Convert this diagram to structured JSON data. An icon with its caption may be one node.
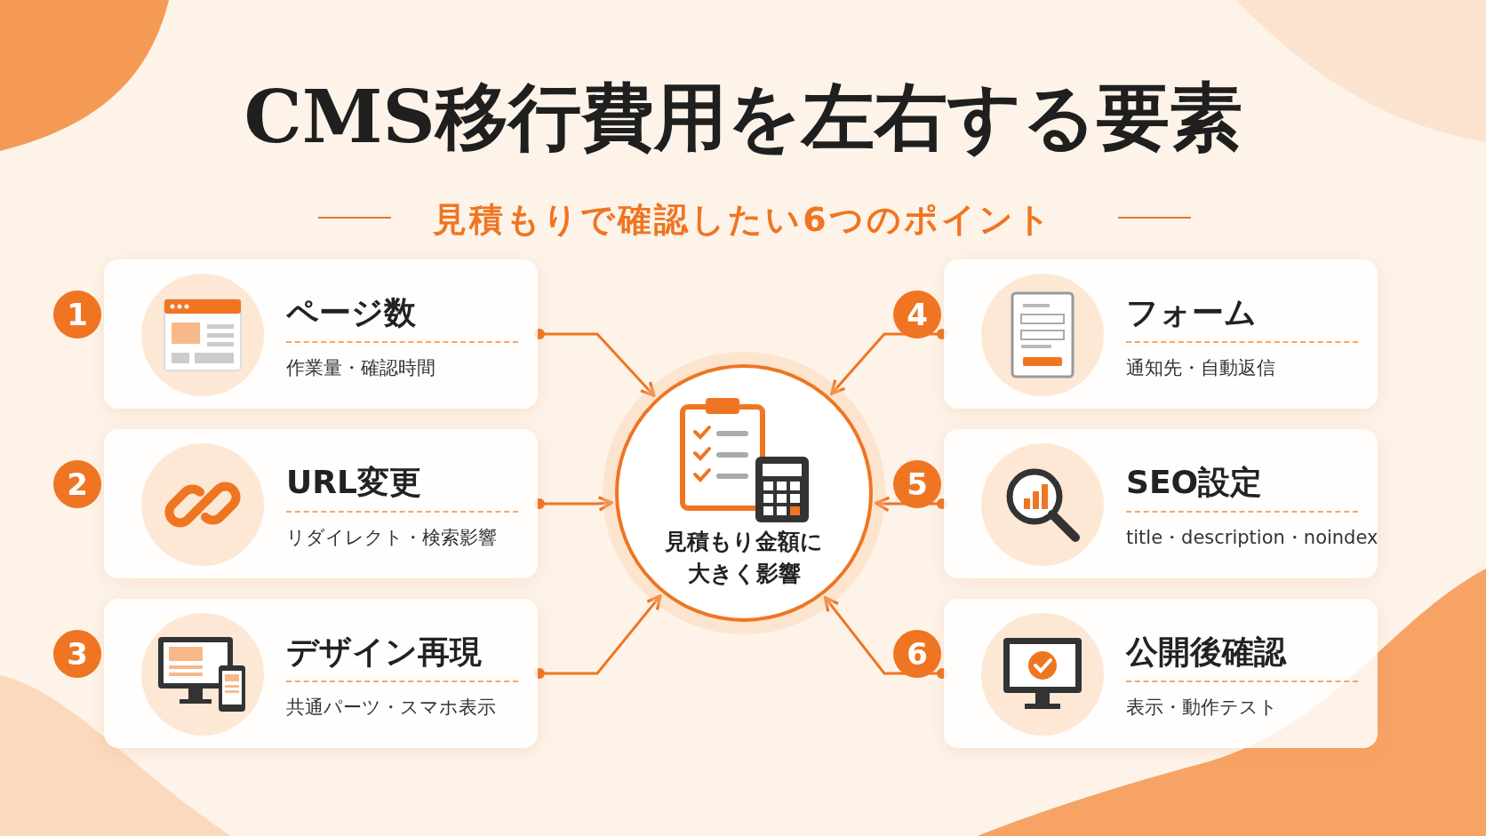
{
  "diagram": {
    "title": "CMS移行費用を左右する要素",
    "nodes": [
      {
        "text": [
          "ページ数",
          "作業量・確認時間"
        ],
        "beside": [
          "1"
        ]
      },
      {
        "text": [
          "URL変更",
          "リダイレクト・検索影響"
        ],
        "beside": [
          "2"
        ]
      },
      {
        "text": [
          "デザイン再現",
          "共通パーツ・スマホ表示"
        ],
        "beside": [
          "3"
        ]
      },
      {
        "text": [
          "フォーム",
          "通知先・自動返信"
        ],
        "beside": [
          "4"
        ]
      },
      {
        "text": [
          "SEO設定",
          "title・description・noindex"
        ],
        "beside": [
          "5"
        ]
      },
      {
        "text": [
          "公開後確認",
          "表示・動作テスト"
        ],
        "beside": [
          "6"
        ]
      },
      {
        "text": [
          "見積もり金額に大きく影響"
        ]
      }
    ],
    "edges": [
      {
        "from": 0,
        "to": 6,
        "arrow": "to"
      },
      {
        "from": 1,
        "to": 6,
        "arrow": "to"
      },
      {
        "from": 2,
        "to": 6,
        "arrow": "to"
      },
      {
        "from": 3,
        "to": 6,
        "arrow": "to"
      },
      {
        "from": 4,
        "to": 6,
        "arrow": "to"
      },
      {
        "from": 5,
        "to": 6,
        "arrow": "to"
      }
    ],
    "labels": [
      "見積もりで確認したい6つのポイント"
    ]
  }
}
